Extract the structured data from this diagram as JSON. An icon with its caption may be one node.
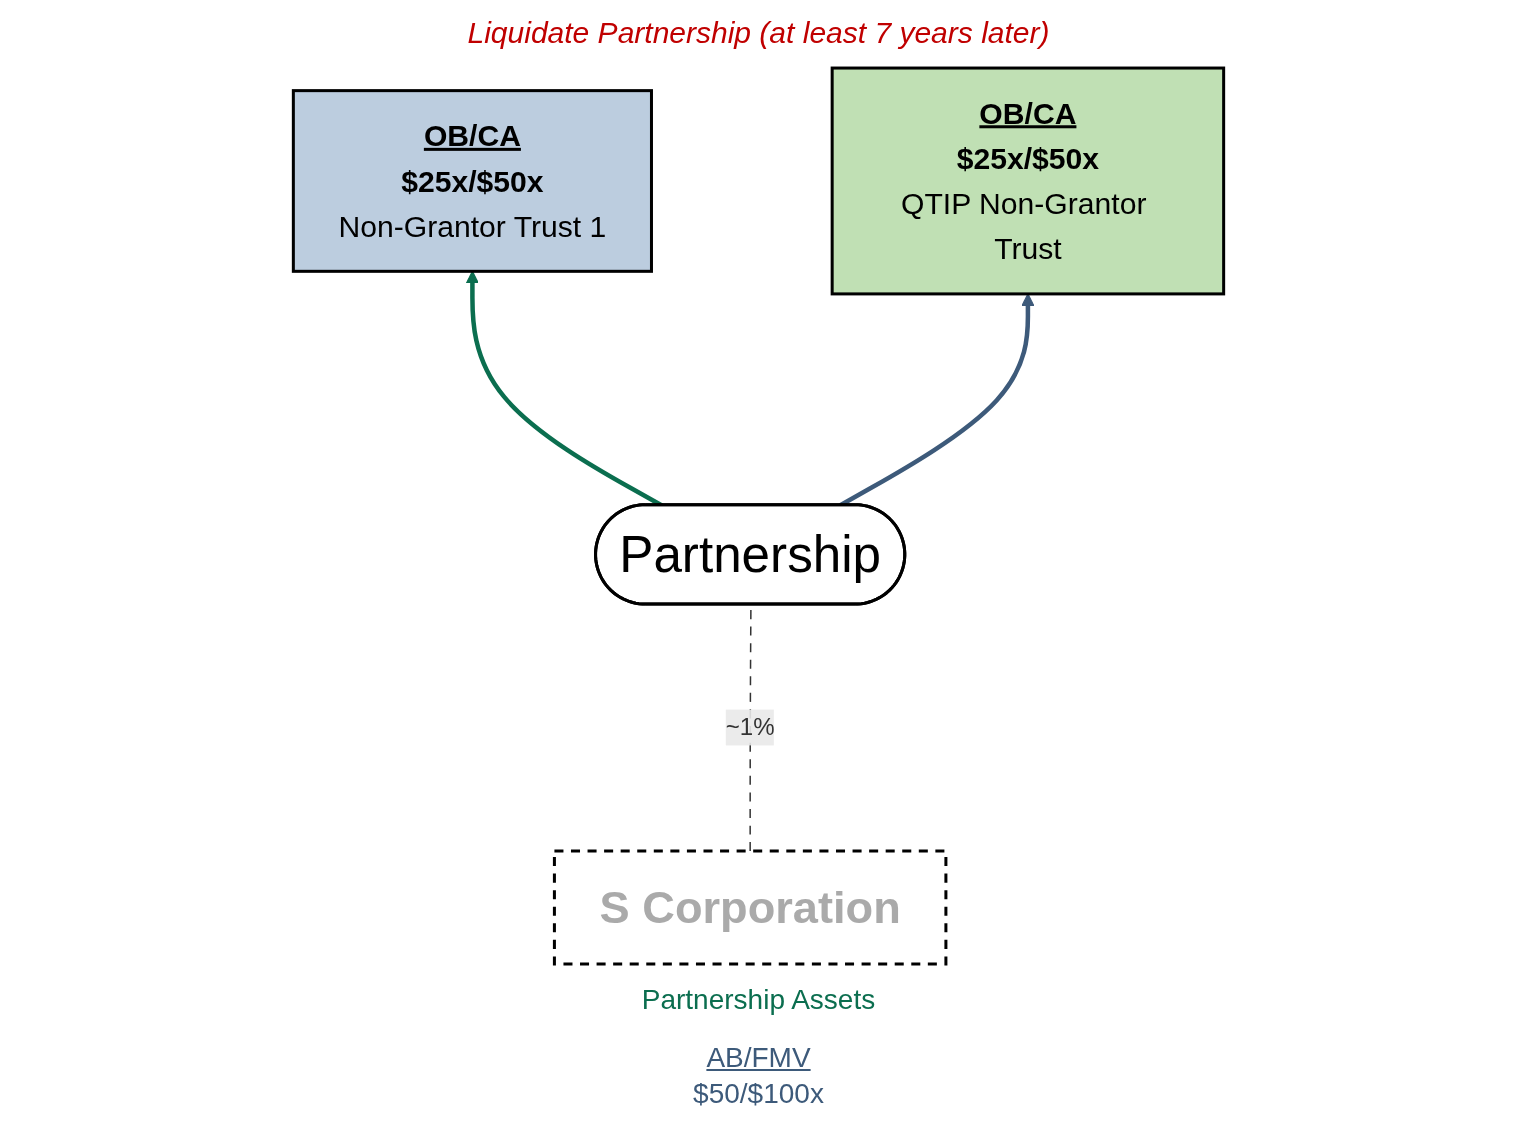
{
  "diagram": {
    "nodes": [
      {
        "text": [
          "OB/CA",
          "$25x/$50x",
          "Non-Grantor Trust 1"
        ]
      },
      {
        "text": [
          "OB/CA",
          "$25x/$50x",
          "QTIP Non-Grantor Trust"
        ]
      },
      {
        "text": [
          "Partnership"
        ],
        "beside": [
          "Partnership Assets",
          "AB/FMV",
          "$50/$100x"
        ]
      },
      {
        "text": [
          "S Corporation"
        ]
      }
    ],
    "edges": [
      {
        "from": 2,
        "to": 0,
        "arrow": "to",
        "color": "#0b6e4f"
      },
      {
        "from": 2,
        "to": 1,
        "arrow": "to",
        "color": "#3d5a7a"
      },
      {
        "from": 3,
        "to": 2,
        "arrow": "none",
        "style": "dashed",
        "label": "~1%"
      }
    ],
    "labels": [
      "Liquidate Partnership (at least 7 years later)"
    ]
  }
}
